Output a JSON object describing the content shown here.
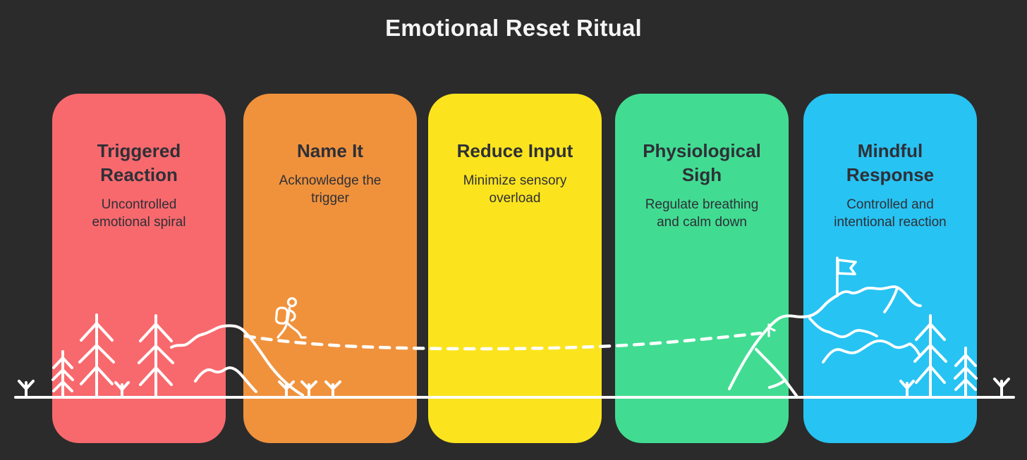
{
  "title": "Emotional Reset Ritual",
  "colors": {
    "background": "#2B2B2B",
    "title_text": "#F5F5F5",
    "card_text": "#2F3037",
    "line_art": "#FFFFFF"
  },
  "steps": [
    {
      "heading": "Triggered Reaction",
      "description": "Uncontrolled emotional spiral",
      "color": "#F8696D"
    },
    {
      "heading": "Name It",
      "description": "Acknowledge the trigger",
      "color": "#F0923C"
    },
    {
      "heading": "Reduce Input",
      "description": "Minimize sensory overload",
      "color": "#FBE41D"
    },
    {
      "heading": "Physiological Sigh",
      "description": "Regulate breathing and calm down",
      "color": "#41DC92"
    },
    {
      "heading": "Mindful Response",
      "description": "Controlled and intentional reaction",
      "color": "#27C3F3"
    }
  ],
  "illustration": {
    "icons": [
      "sapling",
      "pine-tree",
      "hill",
      "hiker",
      "dashed-trail",
      "mountain",
      "summit-flag",
      "ground-line"
    ]
  }
}
